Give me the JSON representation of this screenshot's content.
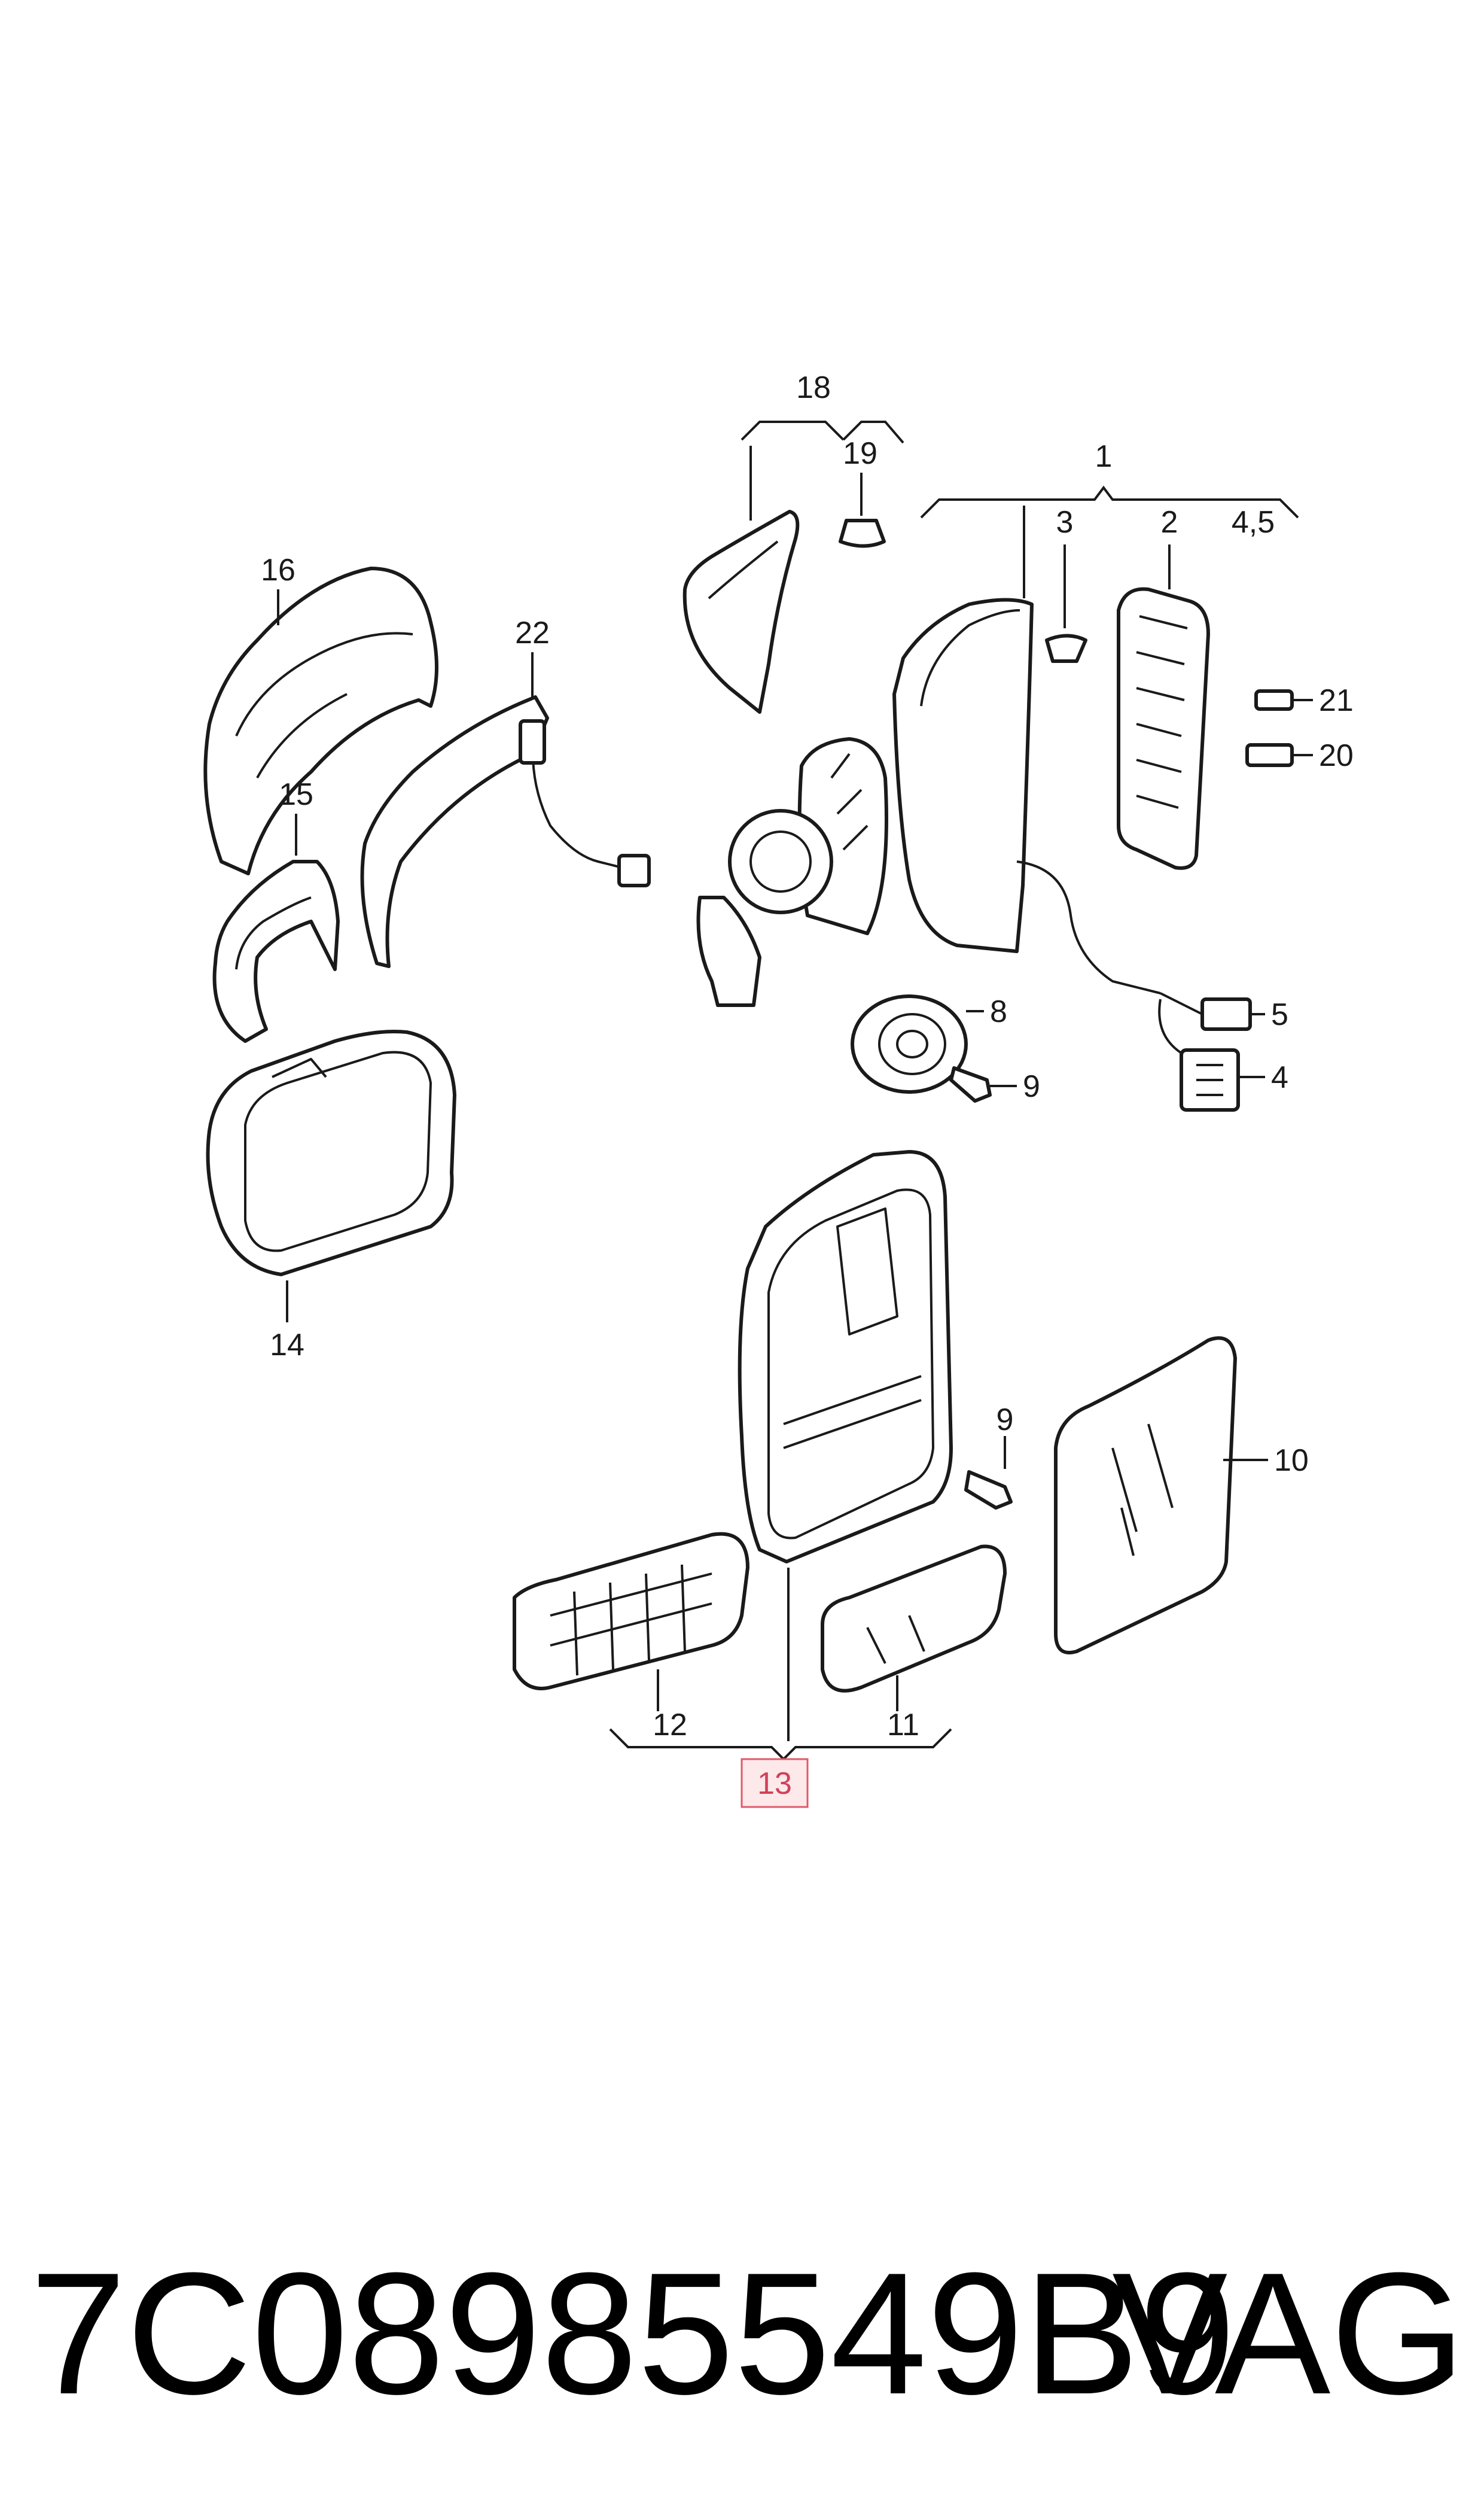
{
  "diagram": {
    "callouts": {
      "c1": "1",
      "c2": "2",
      "c3": "3",
      "c45": "4,5",
      "c4": "4",
      "c5": "5",
      "c8": "8",
      "c9a": "9",
      "c9b": "9",
      "c10": "10",
      "c11": "11",
      "c12": "12",
      "c13": "13",
      "c14": "14",
      "c15": "15",
      "c16": "16",
      "c18": "18",
      "c19": "19",
      "c20": "20",
      "c21": "21",
      "c22": "22"
    },
    "highlight_color": "#e05a6a"
  },
  "footer": {
    "part_number": "7C08985549B9",
    "brand": "VAG"
  }
}
